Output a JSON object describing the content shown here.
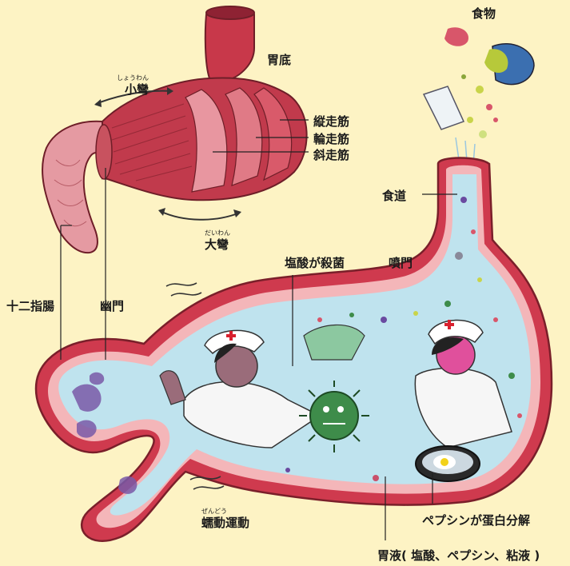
{
  "labels": {
    "food": "食物",
    "fundus": "胃底",
    "lesser_curvature_ruby": "しょうわん",
    "lesser_curvature": "小彎",
    "longitudinal_muscle": "縦走筋",
    "circular_muscle": "輪走筋",
    "oblique_muscle": "斜走筋",
    "esophagus": "食道",
    "greater_curvature_ruby": "だいわん",
    "greater_curvature": "大彎",
    "hcl_kills_bacteria": "塩酸が殺菌",
    "cardia": "噴門",
    "duodenum": "十二指腸",
    "pylorus": "幽門",
    "peristalsis_ruby": "ぜんどう",
    "peristalsis": "蠕動運動",
    "pepsin_digests_protein": "ペプシンが蛋白分解",
    "gastric_juice": "胃液( 塩酸、ペプシン、粘液 )"
  },
  "colors": {
    "background": "#fdf3c4",
    "stomach_wall": "#cf3a4e",
    "stomach_outline": "#7a1f2a",
    "mucosa_pink": "#f4b6b9",
    "gastric_juice_blue": "#bfe3ee",
    "muscle_red": "#b8364a",
    "bacteria_green": "#3e8c4a",
    "nurse_cross": "#d8202e"
  }
}
